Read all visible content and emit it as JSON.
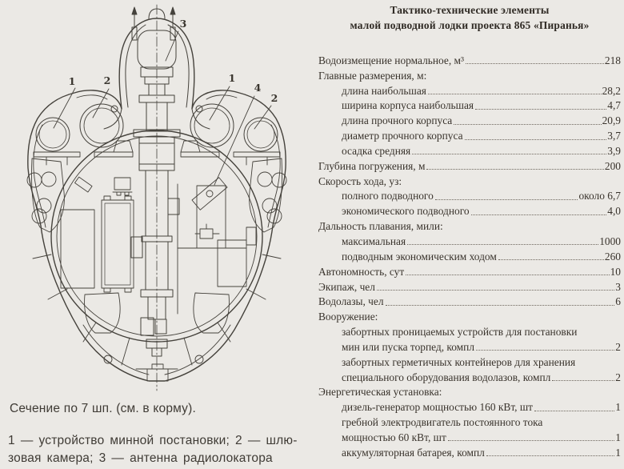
{
  "colors": {
    "paper": "#ebe9e5",
    "ink": "#39332c",
    "line": "#45423c"
  },
  "title": {
    "line1": "Тактико-технические элементы",
    "line2": "малой подводной  лодки проекта 865 «Пиранья»"
  },
  "figure": {
    "caption": "Сечение по 7 шп. (см. в корму).",
    "legend_line1": "1 — устройство минной постановки; 2 — шлю-",
    "legend_line2": "зовая камера; 3 — антенна радиолокатора",
    "callouts": {
      "left_1": "1",
      "left_2": "2",
      "top_3": "3",
      "right_1": "1",
      "right_4": "4",
      "right_2": "2"
    }
  },
  "specs": [
    {
      "label": "Водоизмещение нормальное, м³",
      "value": "218",
      "indent": 0
    },
    {
      "label": "Главные размерения, м:",
      "value": "",
      "indent": 0
    },
    {
      "label": "длина наибольшая",
      "value": "28,2",
      "indent": 1
    },
    {
      "label": "ширина корпуса наибольшая",
      "value": "4,7",
      "indent": 1
    },
    {
      "label": "длина прочного корпуса",
      "value": "20,9",
      "indent": 1
    },
    {
      "label": "диаметр прочного корпуса",
      "value": "3,7",
      "indent": 1
    },
    {
      "label": "осадка средняя",
      "value": "3,9",
      "indent": 1
    },
    {
      "label": "Глубина погружения, м",
      "value": "200",
      "indent": 0
    },
    {
      "label": "Скорость хода, уз:",
      "value": "",
      "indent": 0
    },
    {
      "label": "полного подводного",
      "value": "около 6,7",
      "indent": 1
    },
    {
      "label": "экономического подводного",
      "value": "4,0",
      "indent": 1
    },
    {
      "label": "Дальность плавания, мили:",
      "value": "",
      "indent": 0
    },
    {
      "label": "максимальная",
      "value": "1000",
      "indent": 1
    },
    {
      "label": "подводным экономическим ходом",
      "value": "260",
      "indent": 1
    },
    {
      "label": "Автономность, сут",
      "value": "10",
      "indent": 0
    },
    {
      "label": "Экипаж, чел",
      "value": "3",
      "indent": 0
    },
    {
      "label": "Водолазы, чел",
      "value": "6",
      "indent": 0
    },
    {
      "label": "Вооружение:",
      "value": "",
      "indent": 0
    },
    {
      "label": "забортных проницаемых устройств для постановки",
      "value": "",
      "indent": 1
    },
    {
      "label": "мин или пуска торпед, компл",
      "value": "2",
      "indent": 1
    },
    {
      "label": "забортных герметичных контейнеров для хранения",
      "value": "",
      "indent": 1
    },
    {
      "label": "специального оборудования водолазов, компл",
      "value": "2",
      "indent": 1
    },
    {
      "label": "Энергетическая установка:",
      "value": "",
      "indent": 0
    },
    {
      "label": "дизель-генератор мощностью 160 кВт, шт",
      "value": "1",
      "indent": 1
    },
    {
      "label": "гребной электродвигатель постоянного тока",
      "value": "",
      "indent": 1
    },
    {
      "label": "мощностью 60 кВт, шт",
      "value": "1",
      "indent": 1
    },
    {
      "label": "аккумуляторная батарея, компл",
      "value": "1",
      "indent": 1
    }
  ]
}
